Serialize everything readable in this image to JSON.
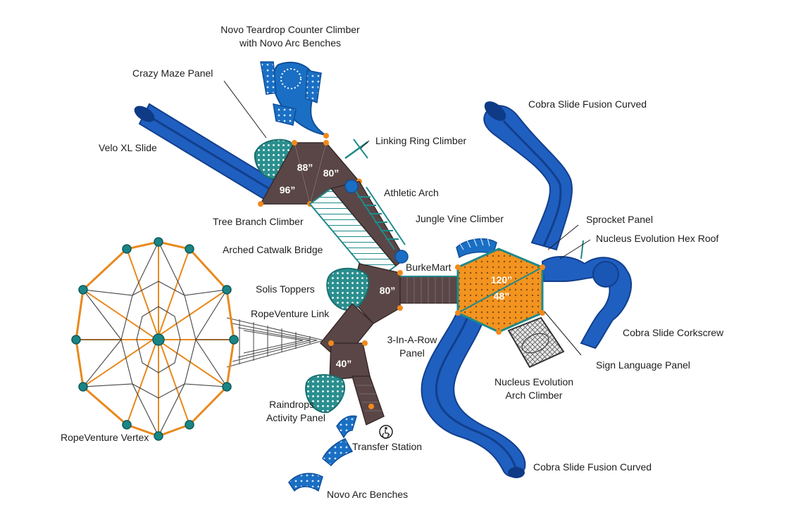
{
  "labels": {
    "teardrop_line1": "Novo Teardrop Counter Climber",
    "teardrop_line2": "with Novo Arc Benches",
    "crazy_maze": "Crazy Maze Panel",
    "velo_xl": "Velo XL Slide",
    "linking_ring": "Linking Ring Climber",
    "athletic_arch": "Athletic Arch",
    "tree_branch": "Tree Branch Climber",
    "jungle_vine": "Jungle Vine Climber",
    "arched_catwalk": "Arched Catwalk Bridge",
    "burkemart": "BurkeMart",
    "solis_toppers": "Solis Toppers",
    "ropeventure_link": "RopeVenture Link",
    "three_in_row_line1": "3-In-A-Row",
    "three_in_row_line2": "Panel",
    "raindrops_line1": "Raindrops",
    "raindrops_line2": "Activity Panel",
    "transfer_station": "Transfer Station",
    "ropeventure_vertex": "RopeVenture Vertex",
    "novo_arc_benches": "Novo Arc Benches",
    "cobra_curved_top": "Cobra Slide Fusion Curved",
    "sprocket_panel": "Sprocket Panel",
    "hex_roof": "Nucleus Evolution Hex Roof",
    "cobra_corkscrew": "Cobra Slide Corkscrew",
    "sign_language": "Sign Language Panel",
    "arch_climber_line1": "Nucleus Evolution",
    "arch_climber_line2": "Arch Climber",
    "cobra_curved_bottom": "Cobra Slide Fusion Curved"
  },
  "deck_heights": {
    "deck_96": "96”",
    "deck_88": "88”",
    "deck_80_top": "80”",
    "deck_80_mid": "80”",
    "deck_40": "40”",
    "hex_120": "120”",
    "hex_48": "48”"
  },
  "colors": {
    "deck": "#5a4646",
    "slide_blue": "#1f5fc0",
    "slide_dark": "#123f8c",
    "teal": "#1f8a8a",
    "orange": "#f08a1c",
    "roof_orange": "#f0941f",
    "net_orange": "#e8891e"
  }
}
